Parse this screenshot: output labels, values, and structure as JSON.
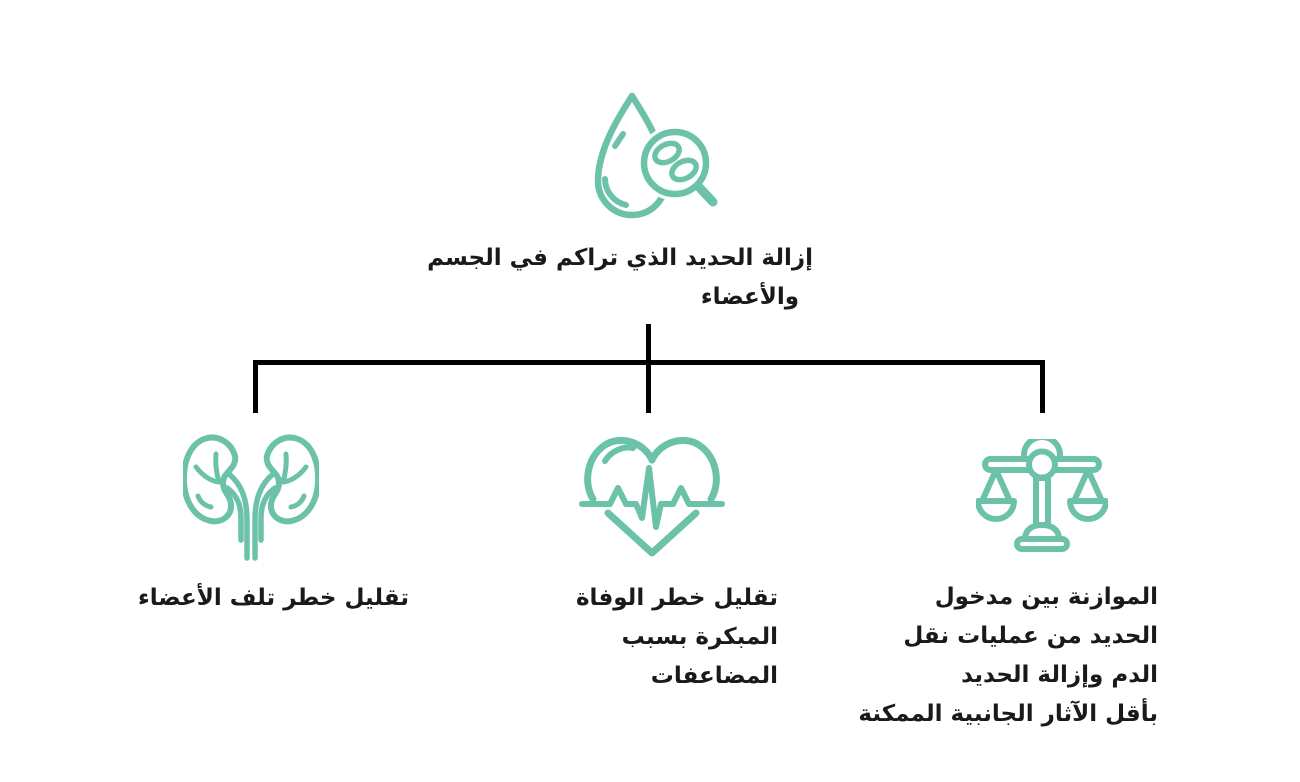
{
  "palette": {
    "icon_teal": "#6CC2A9",
    "connector_black": "#000000",
    "text_dark": "#1a1a1a",
    "background": "#ffffff"
  },
  "root": {
    "icon": "blood-drop-magnifier",
    "lines": {
      "0": "إزالة الحديد الذي تراكم في الجسم",
      "1": "والأعضاء"
    }
  },
  "branches": {
    "0": {
      "id": "organ-damage",
      "icon": "kidneys",
      "lines": {
        "0": "تقليل خطر تلف الأعضاء"
      }
    },
    "1": {
      "id": "early-death",
      "icon": "heart-pulse",
      "lines": {
        "0": "تقليل خطر الوفاة",
        "1": "المبكرة بسبب",
        "2": "المضاعفات"
      }
    },
    "2": {
      "id": "iron-balance",
      "icon": "balance-scale",
      "lines": {
        "0": "الموازنة بين مدخول",
        "1": "الحديد من عمليات نقل",
        "2": "الدم وإزالة الحديد",
        "3": "بأقل الآثار الجانبية الممكنة"
      }
    }
  }
}
